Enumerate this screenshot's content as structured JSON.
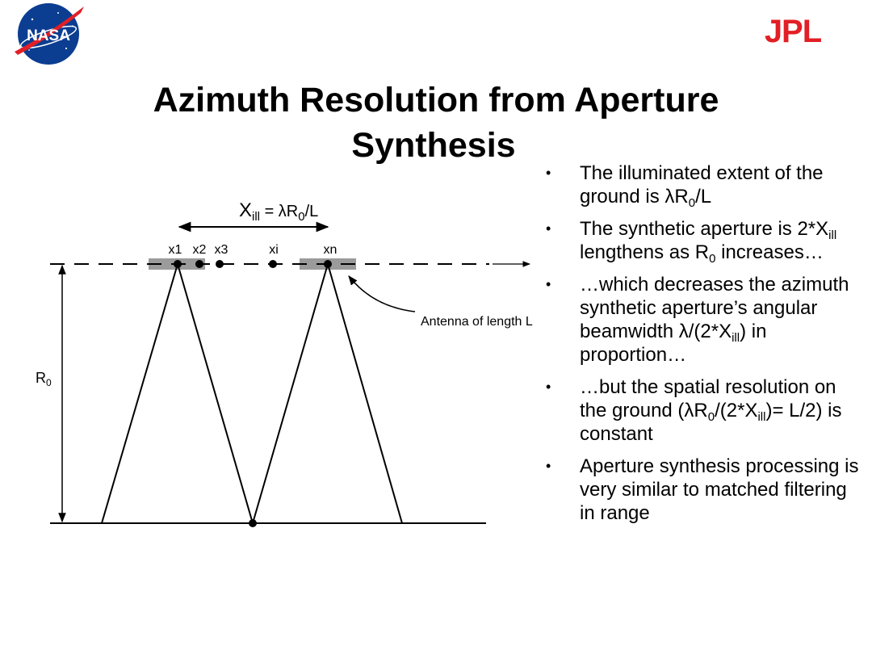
{
  "header": {
    "nasa_logo_text": "NASA",
    "jpl_logo_text": "JPL"
  },
  "title": {
    "line1": "Azimuth Resolution from Aperture",
    "line2": "Synthesis"
  },
  "diagram": {
    "x_ill_label": "X",
    "x_ill_sub": "ill",
    "x_ill_eq": " = λR",
    "x_ill_sub2": "0",
    "x_ill_tail": "/L",
    "positions": [
      "x1",
      "x2",
      "x3",
      "xi",
      "xn"
    ],
    "range_label": "R",
    "range_sub": "0",
    "antenna_label": "Antenna of length L"
  },
  "bullets": {
    "b1": {
      "a": "The illuminated extent of the ground is λR",
      "s1": "0",
      "b": "/L"
    },
    "b2": {
      "a": "The synthetic aperture is 2*X",
      "s1": "ill",
      "b": " lengthens as R",
      "s2": "0",
      "c": " increases…"
    },
    "b3": {
      "a": "…which decreases the azimuth synthetic aperture’s angular beamwidth λ/(2*X",
      "s1": "ill",
      "b": ") in proportion…"
    },
    "b4": {
      "a": "…but the spatial resolution on the ground (λR",
      "s1": "0",
      "b": "/(2*X",
      "s2": "ill",
      "c": ")= L/2) is constant"
    },
    "b5": {
      "a": "Aperture synthesis processing is very similar to matched filtering in range"
    },
    "marker": "•"
  }
}
